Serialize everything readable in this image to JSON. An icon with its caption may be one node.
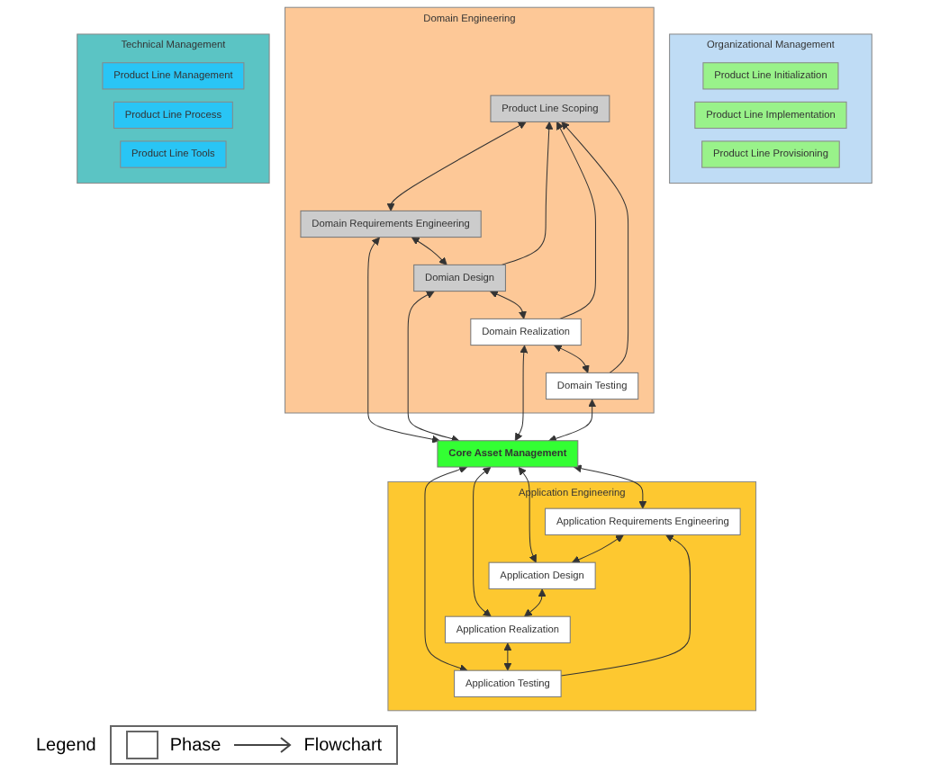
{
  "diagram": {
    "nodes": [
      {
        "text": [
          "Organizational Management"
        ]
      },
      {
        "text": [
          "Product Line Initialization"
        ],
        "in": 0
      },
      {
        "text": [
          "Product Line Implementation"
        ],
        "in": 0
      },
      {
        "text": [
          "Product Line Provisioning"
        ],
        "in": 0
      },
      {
        "text": [
          "Domain Engineering"
        ]
      },
      {
        "text": [
          "Product Line Scoping"
        ],
        "in": 4
      },
      {
        "text": [
          "Domain Requirements Engineering"
        ],
        "in": 4
      },
      {
        "text": [
          "Domian Design"
        ],
        "in": 4
      },
      {
        "text": [
          "Domain Realization"
        ],
        "in": 4
      },
      {
        "text": [
          "Domain Testing"
        ],
        "in": 4
      },
      {
        "text": [
          "Core Asset Management"
        ]
      },
      {
        "text": [
          "Application Engineering"
        ]
      },
      {
        "text": [
          "Application Requirements Engineering"
        ],
        "in": 11
      },
      {
        "text": [
          "Application Design"
        ],
        "in": 11
      },
      {
        "text": [
          "Application Realization"
        ],
        "in": 11
      },
      {
        "text": [
          "Application Testing"
        ],
        "in": 11
      },
      {
        "text": [
          "Technical Management"
        ]
      },
      {
        "text": [
          "Product Line Management"
        ],
        "in": 16
      },
      {
        "text": [
          "Product Line Process"
        ],
        "in": 16
      },
      {
        "text": [
          "Product Line Tools"
        ],
        "in": 16
      }
    ],
    "edges": [
      {
        "from": 5,
        "to": 6,
        "arrow": "both"
      },
      {
        "from": 6,
        "to": 7,
        "arrow": "both"
      },
      {
        "from": 7,
        "to": 8,
        "arrow": "both"
      },
      {
        "from": 8,
        "to": 9,
        "arrow": "both"
      },
      {
        "from": 7,
        "to": 5,
        "arrow": "to"
      },
      {
        "from": 8,
        "to": 5,
        "arrow": "to"
      },
      {
        "from": 9,
        "to": 5,
        "arrow": "to"
      },
      {
        "from": 6,
        "to": 10,
        "arrow": "both"
      },
      {
        "from": 7,
        "to": 10,
        "arrow": "both"
      },
      {
        "from": 8,
        "to": 10,
        "arrow": "both"
      },
      {
        "from": 9,
        "to": 10,
        "arrow": "both"
      },
      {
        "from": 10,
        "to": 12,
        "arrow": "both"
      },
      {
        "from": 10,
        "to": 13,
        "arrow": "both"
      },
      {
        "from": 10,
        "to": 14,
        "arrow": "both"
      },
      {
        "from": 10,
        "to": 15,
        "arrow": "both"
      },
      {
        "from": 12,
        "to": 13,
        "arrow": "both"
      },
      {
        "from": 13,
        "to": 14,
        "arrow": "both"
      },
      {
        "from": 14,
        "to": 15,
        "arrow": "both"
      },
      {
        "from": 15,
        "to": 12,
        "arrow": "to"
      }
    ],
    "labels": [
      "Legend"
    ],
    "legend": [
      {
        "text": "Phase"
      },
      {
        "text": "Flowchart"
      }
    ]
  }
}
